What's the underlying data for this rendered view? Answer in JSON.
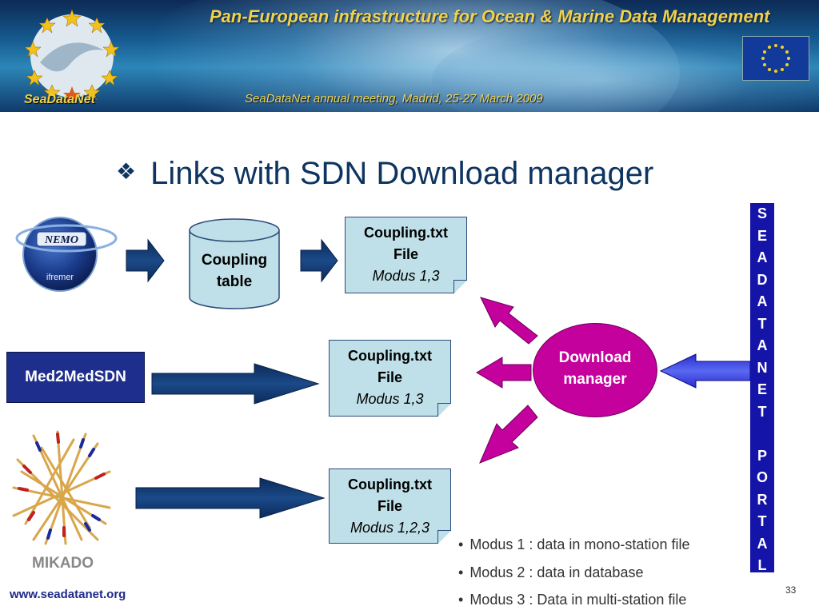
{
  "banner": {
    "title": "Pan-European infrastructure for Ocean & Marine Data Management",
    "meeting": "SeaDataNet annual meeting, Madrid, 25-27 March 2009",
    "logo_text": "SeaDataNet"
  },
  "slide": {
    "title": "Links with SDN Download manager",
    "bullet_icon": "diamond-bullet-icon"
  },
  "sources": {
    "nemo_logo_top": "NEMO",
    "nemo_logo_bottom": "ifremer",
    "med2med": "Med2MedSDN",
    "mikado": "MIKADO"
  },
  "coupling_table": {
    "line1": "Coupling",
    "line2": "table"
  },
  "notes": [
    {
      "file": "Coupling.txt",
      "word": "File",
      "modus": "Modus 1,3"
    },
    {
      "file": "Coupling.txt",
      "word": "File",
      "modus": "Modus 1,3"
    },
    {
      "file": "Coupling.txt",
      "word": "File",
      "modus": "Modus 1,2,3"
    }
  ],
  "download_manager": {
    "line1": "Download",
    "line2": "manager"
  },
  "portal_letters": [
    "S",
    "E",
    "A",
    "D",
    "A",
    "T",
    "A",
    "N",
    "E",
    "T",
    "",
    "P",
    "O",
    "R",
    "T",
    "A",
    "L"
  ],
  "legend": [
    "Modus 1 : data in mono-station file",
    "Modus 2 : data in database",
    "Modus 3 : Data in multi-station file"
  ],
  "footer": {
    "url": "www.seadatanet.org",
    "page": "33"
  },
  "colors": {
    "navy_arrow": "#0f3266",
    "magenta": "#c4009d",
    "portal_blue": "#1414a8",
    "note_fill": "#bfe0e8",
    "title": "#0e3560"
  }
}
